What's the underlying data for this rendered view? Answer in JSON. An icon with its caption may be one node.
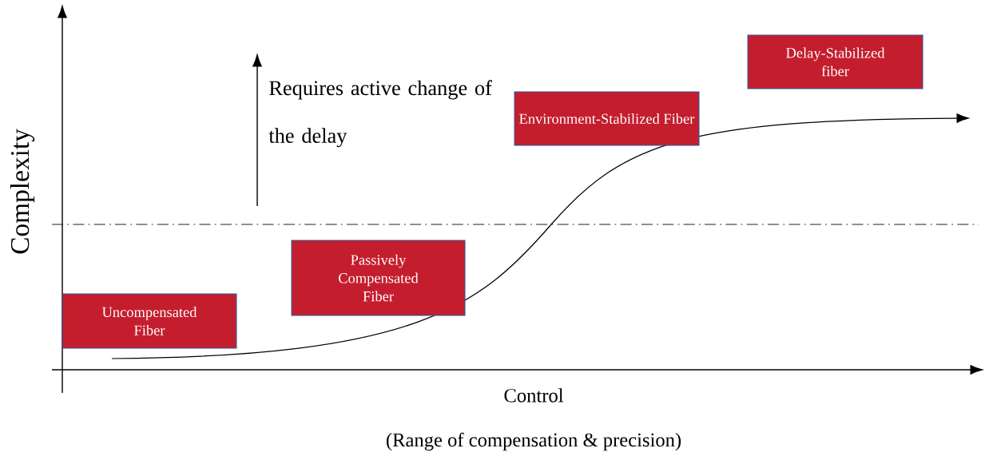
{
  "diagram": {
    "nodes": [
      {
        "text": [
          "Uncompensated Fiber"
        ]
      },
      {
        "text": [
          "Passively Compensated Fiber"
        ]
      },
      {
        "text": [
          "Environment-Stabilized Fiber"
        ]
      },
      {
        "text": [
          "Delay-Stabilized fiber"
        ]
      }
    ],
    "labels": [
      "Requires active change of the delay",
      "Complexity",
      "Control",
      "(Range of compensation & precision)"
    ]
  }
}
